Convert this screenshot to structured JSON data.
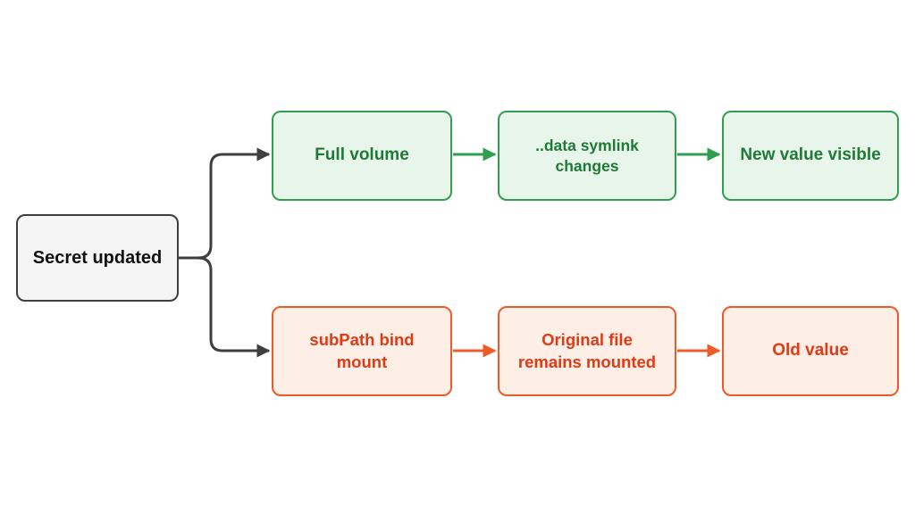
{
  "colors": {
    "neutral_border": "#3f3f3f",
    "neutral_fill": "#f5f5f5",
    "good_border": "#2e9e4f",
    "good_fill": "#e8f5ea",
    "good_text": "#1f7a37",
    "bad_border": "#ef5a2a",
    "bad_fill": "#fdeee6",
    "bad_text": "#e03a16"
  },
  "source": {
    "label": "Secret updated"
  },
  "full_volume_path": {
    "step1": "Full volume",
    "step2": "..data symlink changes",
    "step3": "New value visible"
  },
  "subpath_path": {
    "step1": "subPath bind mount",
    "step2_line1": "Original file",
    "step2_line2": "remains mounted",
    "step3": "Old value"
  }
}
